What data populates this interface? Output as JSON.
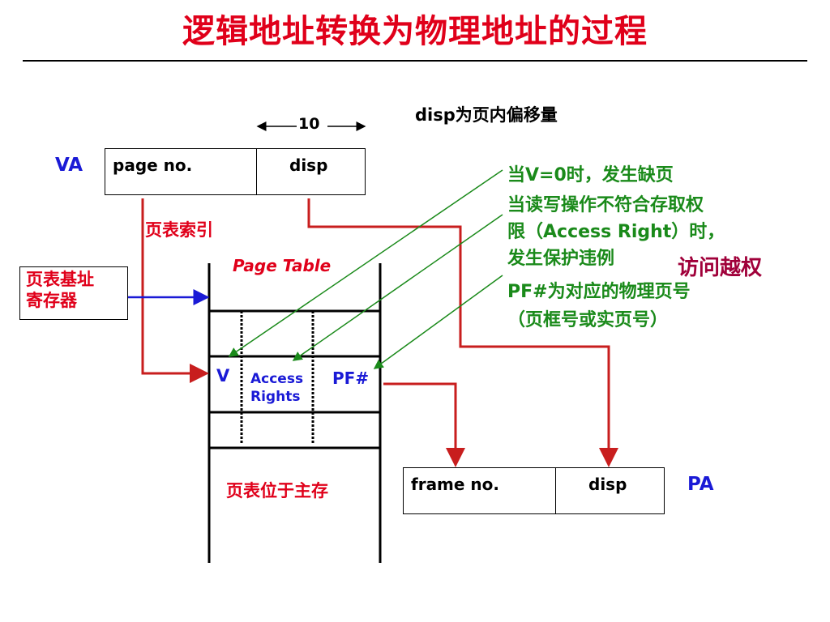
{
  "title": "逻辑地址转换为物理地址的过程",
  "disp_note": "disp为页内偏移量",
  "width_label": "10",
  "va": {
    "label": "VA",
    "page_no": "page no.",
    "disp": "disp"
  },
  "pa": {
    "label": "PA",
    "frame_no": "frame no.",
    "disp": "disp"
  },
  "page_index_label": "页表索引",
  "base_register_label": [
    "页表基址",
    "寄存器"
  ],
  "page_table_label": "Page Table",
  "entry": {
    "v": "V",
    "access": [
      "Access",
      "Rights"
    ],
    "pf": "PF#"
  },
  "in_memory_label": "页表位于主存",
  "notes": {
    "v_fault": "当V=0时，发生缺页",
    "access_fault": [
      "当读写操作不符合存取权",
      "限（Access Right）时，",
      "发生保护违例"
    ],
    "violation": "访问越权",
    "pf_desc": [
      "PF#为对应的物理页号",
      "（页框号或实页号）"
    ]
  },
  "colors": {
    "title": "#e0001a",
    "blue": "#1a1ad6",
    "green": "#1a8a1a",
    "violation": "#a0003a"
  }
}
